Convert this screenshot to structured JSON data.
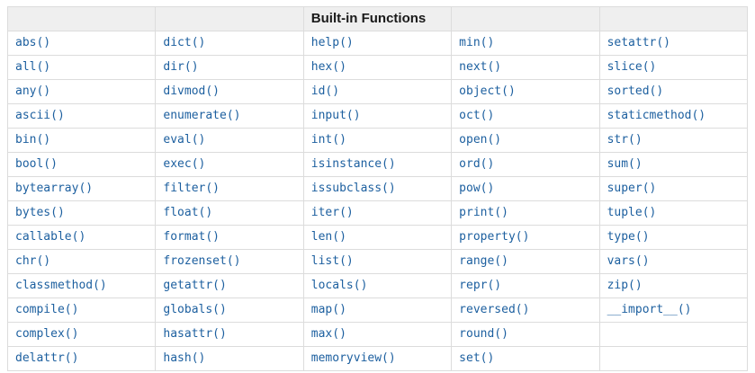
{
  "table": {
    "caption": "Built-in Functions",
    "caption_column_index": 2,
    "num_columns": 5,
    "rows": [
      [
        "abs()",
        "dict()",
        "help()",
        "min()",
        "setattr()"
      ],
      [
        "all()",
        "dir()",
        "hex()",
        "next()",
        "slice()"
      ],
      [
        "any()",
        "divmod()",
        "id()",
        "object()",
        "sorted()"
      ],
      [
        "ascii()",
        "enumerate()",
        "input()",
        "oct()",
        "staticmethod()"
      ],
      [
        "bin()",
        "eval()",
        "int()",
        "open()",
        "str()"
      ],
      [
        "bool()",
        "exec()",
        "isinstance()",
        "ord()",
        "sum()"
      ],
      [
        "bytearray()",
        "filter()",
        "issubclass()",
        "pow()",
        "super()"
      ],
      [
        "bytes()",
        "float()",
        "iter()",
        "print()",
        "tuple()"
      ],
      [
        "callable()",
        "format()",
        "len()",
        "property()",
        "type()"
      ],
      [
        "chr()",
        "frozenset()",
        "list()",
        "range()",
        "vars()"
      ],
      [
        "classmethod()",
        "getattr()",
        "locals()",
        "repr()",
        "zip()"
      ],
      [
        "compile()",
        "globals()",
        "map()",
        "reversed()",
        "__import__()"
      ],
      [
        "complex()",
        "hasattr()",
        "max()",
        "round()",
        ""
      ],
      [
        "delattr()",
        "hash()",
        "memoryview()",
        "set()",
        ""
      ]
    ]
  },
  "colors": {
    "link": "#1c5f9f",
    "header_background": "#efefef",
    "border": "#dcdcdc",
    "caption_text": "#1a1a1a",
    "page_background": "#ffffff"
  }
}
